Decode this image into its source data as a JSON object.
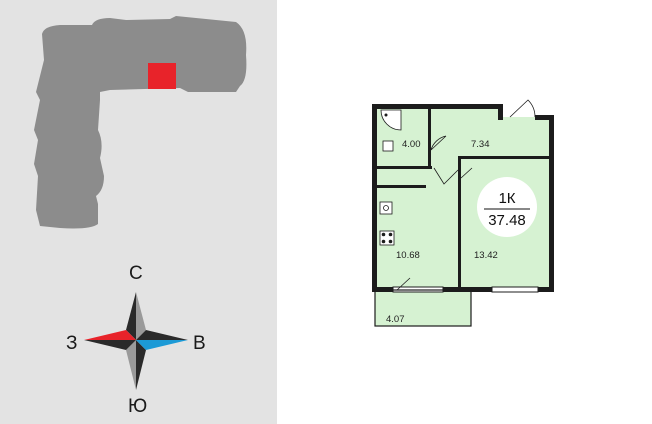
{
  "colors": {
    "panel_bg": "#e3e3e3",
    "building": "#8c8c8c",
    "highlight": "#e8232a",
    "room_fill": "#d6f2d2",
    "wall": "#1c1c1c",
    "compass_red": "#e8232a",
    "compass_blue": "#1c9ad6",
    "compass_dark": "#2a2a2a",
    "compass_light": "#9a9a9a"
  },
  "compass": {
    "north": "С",
    "south": "Ю",
    "west": "З",
    "east": "В"
  },
  "plan": {
    "rooms": [
      {
        "id": "bathroom",
        "area": "4.00"
      },
      {
        "id": "hallway",
        "area": "7.34"
      },
      {
        "id": "kitchen",
        "area": "10.68"
      },
      {
        "id": "living-room",
        "area": "13.42"
      },
      {
        "id": "balcony",
        "area": "4.07"
      }
    ],
    "badge": {
      "type": "1К",
      "total_area": "37.48"
    }
  }
}
